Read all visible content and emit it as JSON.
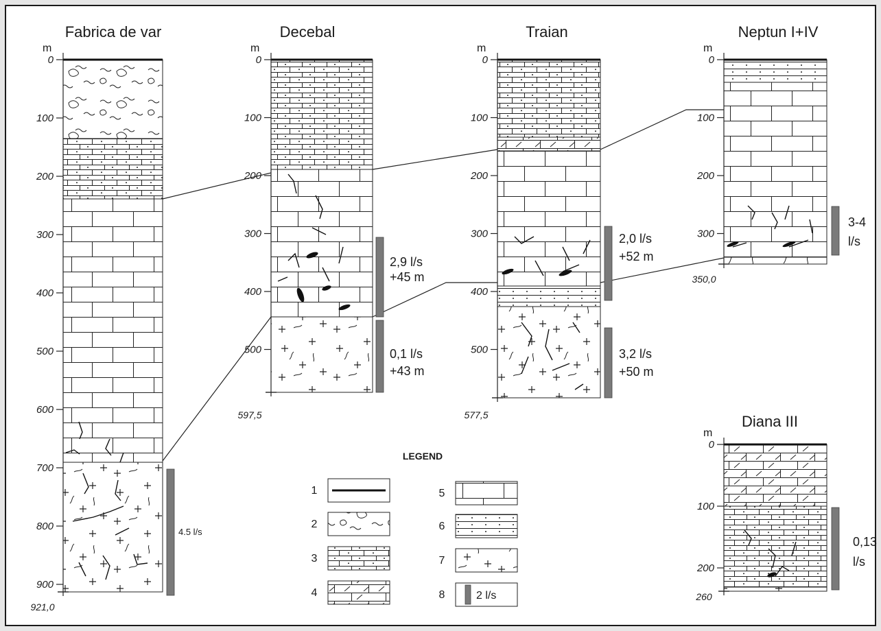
{
  "columns": {
    "fabrica": {
      "title": "Fabrica de var",
      "unit": "m",
      "ticks": [
        "0",
        "100",
        "200",
        "300",
        "400",
        "500",
        "600",
        "700",
        "800",
        "900"
      ],
      "total_depth": "921,0",
      "flows": [
        {
          "text": [
            "4.5 l/s"
          ]
        }
      ]
    },
    "decebal": {
      "title": "Decebal",
      "unit": "m",
      "ticks": [
        "0",
        "100",
        "200",
        "300",
        "400",
        "500"
      ],
      "total_depth": "597,5",
      "flows": [
        {
          "text": [
            "2,9 l/s",
            "+45 m"
          ]
        },
        {
          "text": [
            "0,1 l/s",
            "+43 m"
          ]
        }
      ]
    },
    "traian": {
      "title": "Traian",
      "unit": "m",
      "ticks": [
        "0",
        "100",
        "200",
        "300",
        "400",
        "500"
      ],
      "total_depth": "577,5",
      "flows": [
        {
          "text": [
            "2,0 l/s",
            "+52 m"
          ]
        },
        {
          "text": [
            "3,2 l/s",
            "+50 m"
          ]
        }
      ]
    },
    "neptun": {
      "title": "Neptun I+IV",
      "unit": "m",
      "ticks": [
        "0",
        "100",
        "200",
        "300"
      ],
      "total_depth": "350,0",
      "flows": [
        {
          "text": [
            "3-4",
            "l/s"
          ]
        }
      ]
    },
    "diana": {
      "title": "Diana III",
      "unit": "m",
      "ticks": [
        "0",
        "100",
        "200"
      ],
      "total_depth": "260",
      "flows": [
        {
          "text": [
            "0,13",
            "l/s"
          ]
        }
      ]
    }
  },
  "legend": {
    "title": "LEGEND",
    "items": [
      {
        "num": "1",
        "pattern": "line"
      },
      {
        "num": "2",
        "pattern": "conglomerate"
      },
      {
        "num": "3",
        "pattern": "dolomite"
      },
      {
        "num": "4",
        "pattern": "dolomitic-limestone"
      },
      {
        "num": "5",
        "pattern": "limestone"
      },
      {
        "num": "6",
        "pattern": "marl"
      },
      {
        "num": "7",
        "pattern": "granite"
      },
      {
        "num": "8",
        "pattern": "flow-bar",
        "label": "2 l/s"
      }
    ]
  }
}
